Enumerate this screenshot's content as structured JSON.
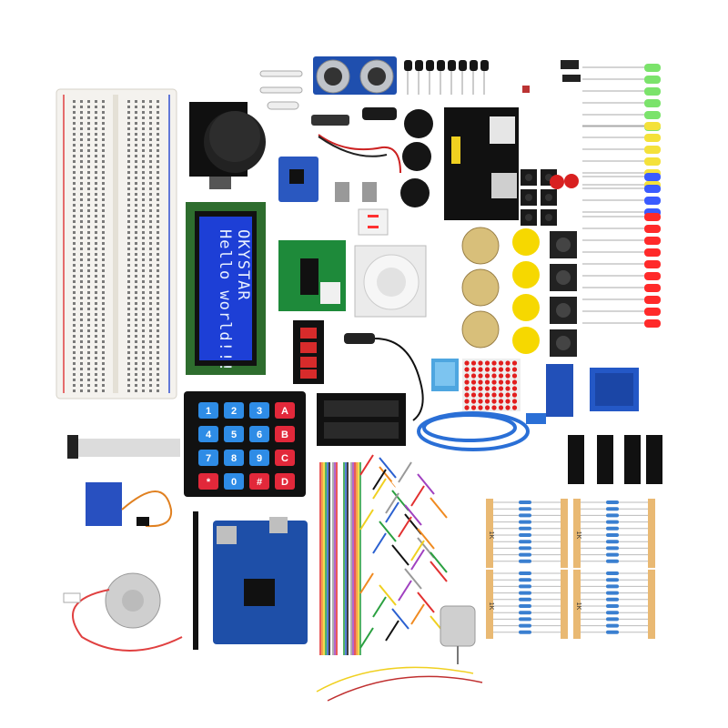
{
  "lcd": {
    "line1": "OKYSTAR",
    "line2": "Hello world!!!"
  },
  "keypad": {
    "keys": [
      "1",
      "2",
      "3",
      "A",
      "4",
      "5",
      "6",
      "B",
      "7",
      "8",
      "9",
      "C",
      "*",
      "0",
      "#",
      "D"
    ]
  },
  "resistor_label": "1K",
  "colors": {
    "pcb_blue": "#1e4fa8",
    "lcd_blue": "#1d3fd6",
    "breadboard": "#f4f2ee",
    "led_green": "#7be36b",
    "led_yellow": "#f4e13a",
    "led_blue": "#3a5bff",
    "led_red": "#ff2a2a",
    "button_yellow": "#f6d800",
    "resistor_body": "#e9b973"
  }
}
